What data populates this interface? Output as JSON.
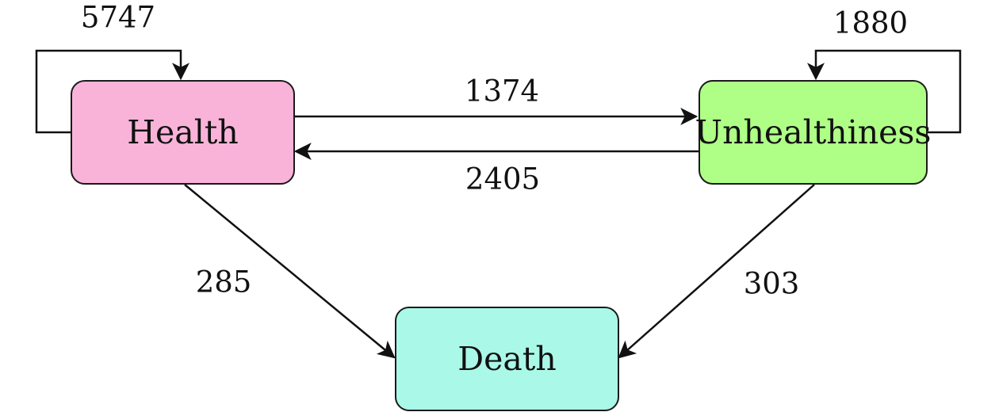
{
  "nodes": {
    "health": {
      "label": "Health",
      "color": "#f9b3d9"
    },
    "unhealthiness": {
      "label": "Unhealthiness",
      "color": "#afff87"
    },
    "death": {
      "label": "Death",
      "color": "#aaf9e8"
    }
  },
  "edges": {
    "health_self": "5747",
    "unhealthiness_self": "1880",
    "health_to_unhealthiness": "1374",
    "unhealthiness_to_health": "2405",
    "health_to_death": "285",
    "unhealthiness_to_death": "303"
  }
}
